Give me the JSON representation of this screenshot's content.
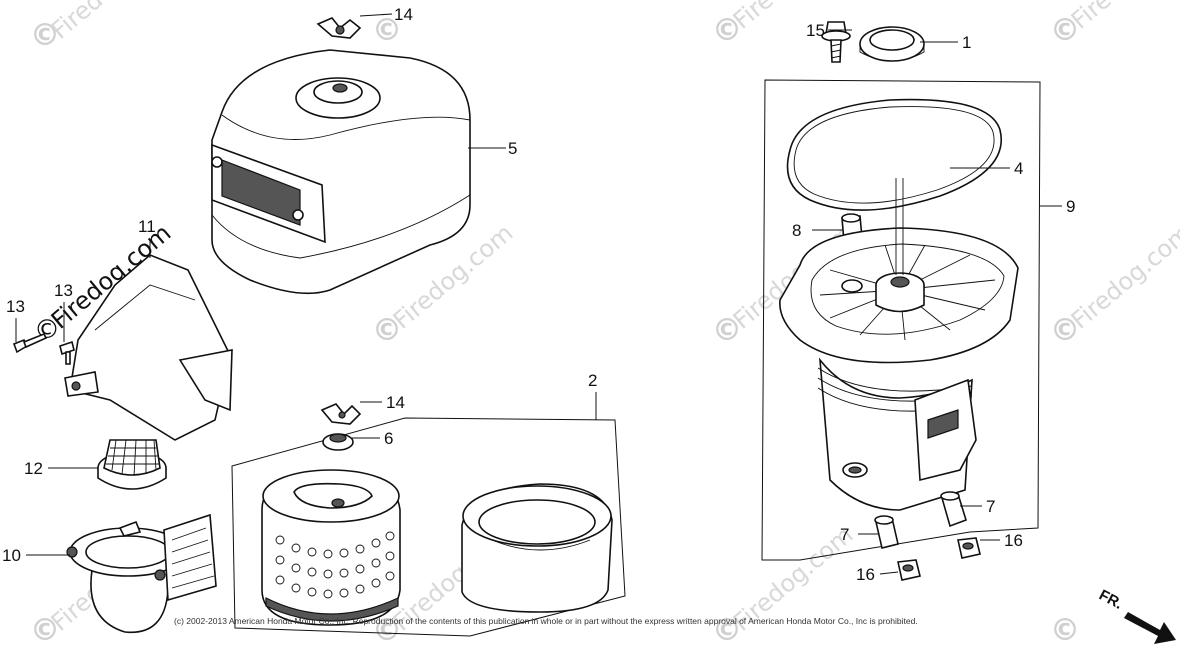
{
  "callouts": {
    "c1": "1",
    "c2": "2",
    "c4": "4",
    "c5": "5",
    "c6": "6",
    "c7a": "7",
    "c7b": "7",
    "c8": "8",
    "c9": "9",
    "c10": "10",
    "c11": "11",
    "c12": "12",
    "c13a": "13",
    "c13b": "13",
    "c14a": "14",
    "c14b": "14",
    "c15": "15",
    "c16a": "16",
    "c16b": "16"
  },
  "watermark": {
    "text": "Firedog.com",
    "symbol": "©"
  },
  "copyright": "(c) 2002-2013 American Honda Motor Co., Inc. Reproduction of the contents of this publication in whole or in part without the express written approval of American Honda Motor Co., Inc is prohibited.",
  "direction": "FR."
}
